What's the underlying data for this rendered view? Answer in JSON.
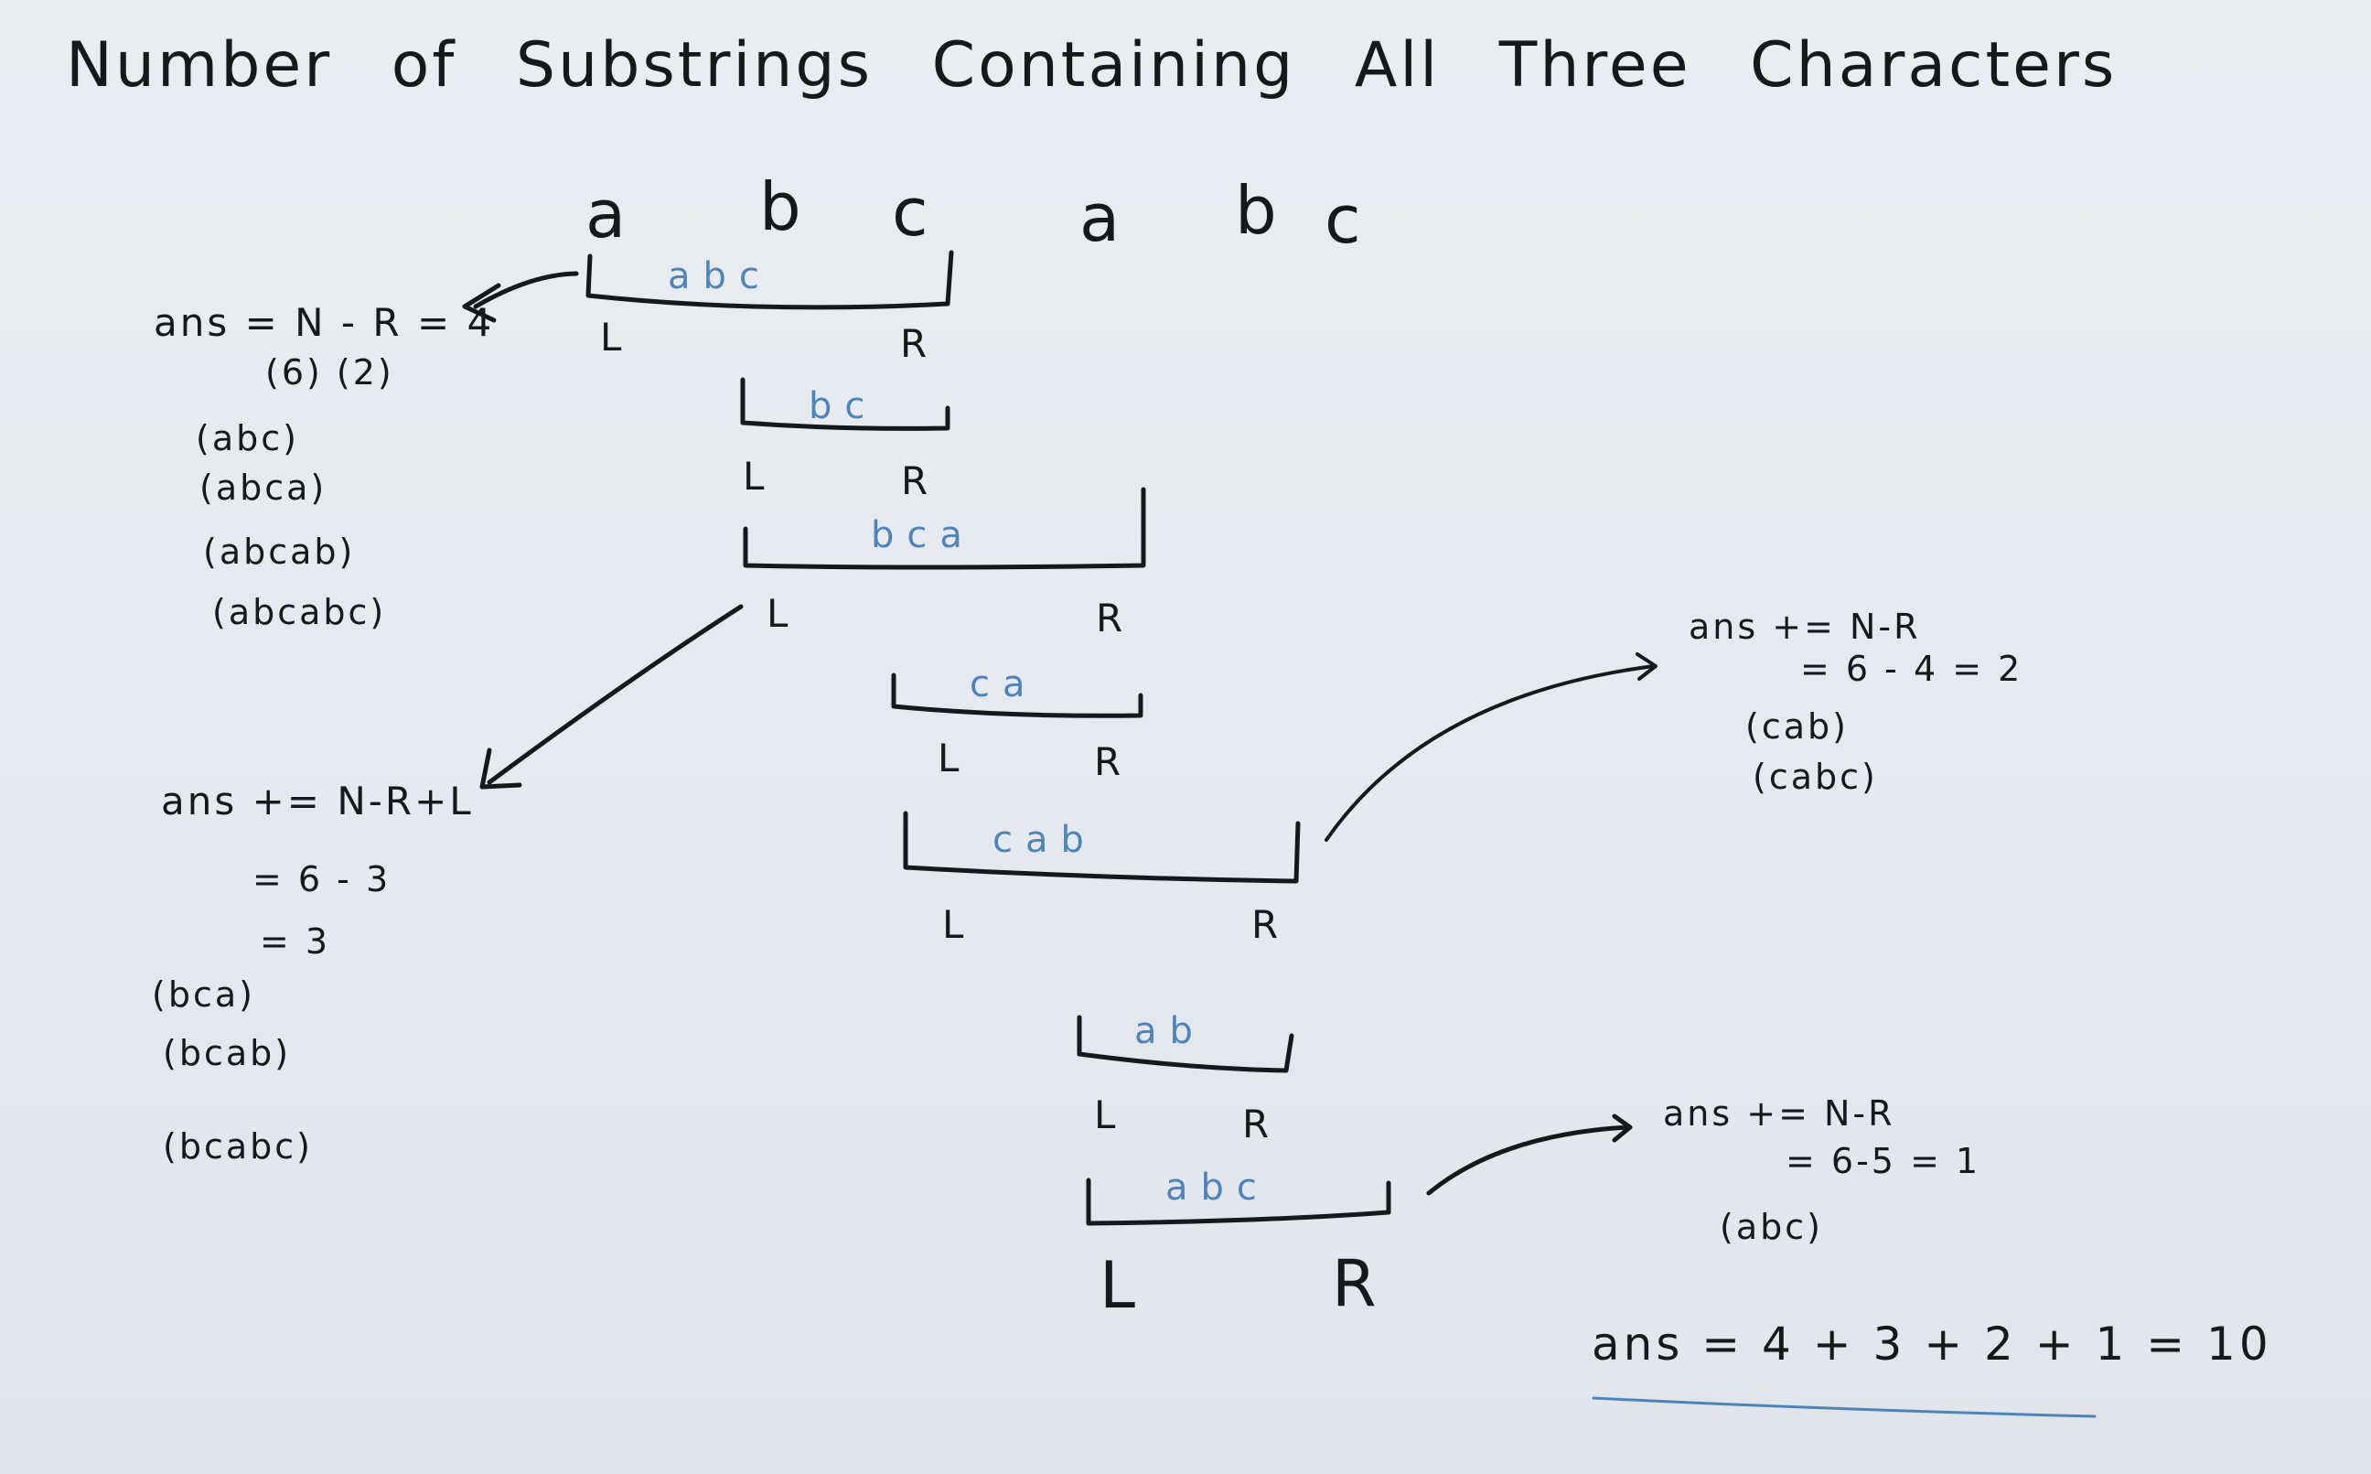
{
  "title": "Number of Substrings Containing All Three Characters",
  "string_chars": [
    "a",
    "b",
    "c",
    "a",
    "b",
    "c"
  ],
  "windows": [
    {
      "substring": "abc",
      "l": "L",
      "r": "R"
    },
    {
      "substring": "bc",
      "l": "L",
      "r": "R"
    },
    {
      "substring": "bca",
      "l": "L",
      "r": "R"
    },
    {
      "substring": "ca",
      "l": "L",
      "r": "R"
    },
    {
      "substring": "cab",
      "l": "L",
      "r": "R"
    },
    {
      "substring": "ab",
      "l": "L",
      "r": "R"
    },
    {
      "substring": "abc",
      "l": "L",
      "r": "R"
    }
  ],
  "note1": {
    "formula": "ans = N - R = 4",
    "values": "(6)  (2)",
    "items": [
      "(abc)",
      "(abca)",
      "(abcab)",
      "(abcabc)"
    ]
  },
  "note2": {
    "formula": "ans += N-R+L",
    "step1": "= 6 - 3",
    "step2": "= 3",
    "items": [
      "(bca)",
      "(bcab)",
      "(bcabc)"
    ]
  },
  "note3": {
    "formula": "ans += N-R",
    "step": "= 6 - 4 = 2",
    "items": [
      "(cab)",
      "(cabc)"
    ]
  },
  "note4": {
    "formula": "ans += N-R",
    "step": "= 6-5 = 1",
    "items": [
      "(abc)"
    ]
  },
  "final": "ans = 4 + 3 + 2 + 1 = 10",
  "colors": {
    "ink": "#16181c",
    "blue_marker": "#4f84b8",
    "board": "#e6ebf0"
  }
}
